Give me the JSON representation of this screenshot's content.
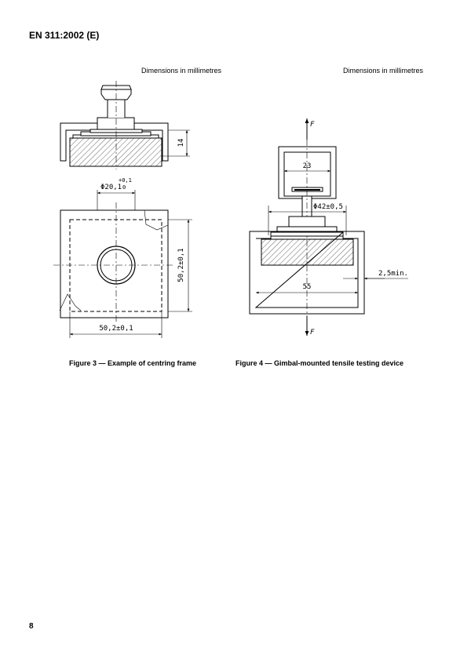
{
  "header": {
    "document_id": "EN 311:2002 (E)"
  },
  "figure3": {
    "dims_note": "Dimensions in millimetres",
    "caption": "Figure 3 — Example of centring frame",
    "dim_height": "14",
    "dim_diameter": "Φ20,1",
    "dim_tol_upper": "+0,1",
    "dim_tol_lower": "0",
    "dim_side_vertical": "50,2±0,1",
    "dim_side_horizontal": "50,2±0,1"
  },
  "figure4": {
    "dims_note": "Dimensions in millimetres",
    "caption": "Figure 4 — Gimbal-mounted tensile testing device",
    "force_top": "F",
    "force_bottom": "F",
    "dim_frame_width": "23",
    "dim_diameter": "Φ42±0,5",
    "dim_min_gap": "2,5min.",
    "dim_inner_width": "55"
  },
  "footer": {
    "page_number": "8"
  }
}
